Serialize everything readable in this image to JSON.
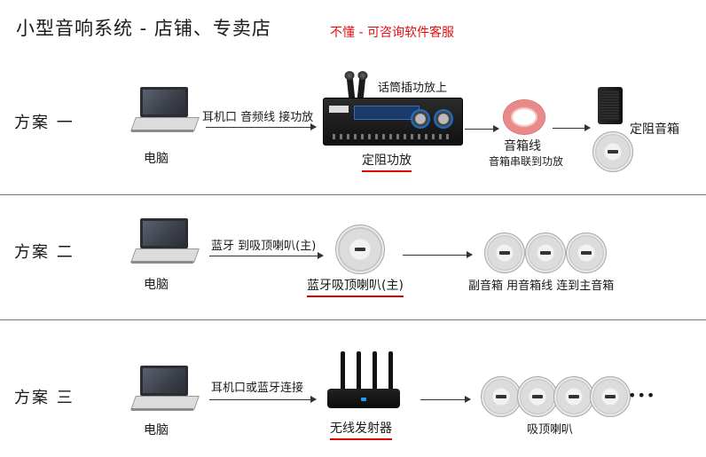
{
  "title": "小型音响系统 - 店铺、专卖店",
  "note": "不懂 - 可咨询软件客服",
  "colors": {
    "red": "#e01010",
    "underline": "#e00000",
    "router_led": "#1ea0ff"
  },
  "schemes": [
    {
      "label": "方案 一",
      "computer": "电脑",
      "connection": "耳机口 音频线 接功放",
      "mic_note": "话筒插功放上",
      "amp_label": "定阻功放",
      "cable_label": "音箱线",
      "cable_sub": "音箱串联到功放",
      "speaker_label": "定阻音箱",
      "icons": [
        "laptop-icon",
        "microphone-icon",
        "amplifier-icon",
        "speaker-cable-icon",
        "speaker-box-icon",
        "ceiling-speaker-icon"
      ]
    },
    {
      "label": "方案 二",
      "computer": "电脑",
      "connection": "蓝牙 到吸顶喇叭(主)",
      "main_label": "蓝牙吸顶喇叭(主)",
      "sub_label": "副音箱  用音箱线  连到主音箱",
      "icons": [
        "laptop-icon",
        "ceiling-speaker-icon"
      ]
    },
    {
      "label": "方案 三",
      "computer": "电脑",
      "connection": "耳机口或蓝牙连接",
      "router_label": "无线发射器",
      "speakers_label": "吸顶喇叭",
      "more": "•••",
      "icons": [
        "laptop-icon",
        "wireless-transmitter-icon",
        "ceiling-speaker-icon"
      ]
    }
  ]
}
